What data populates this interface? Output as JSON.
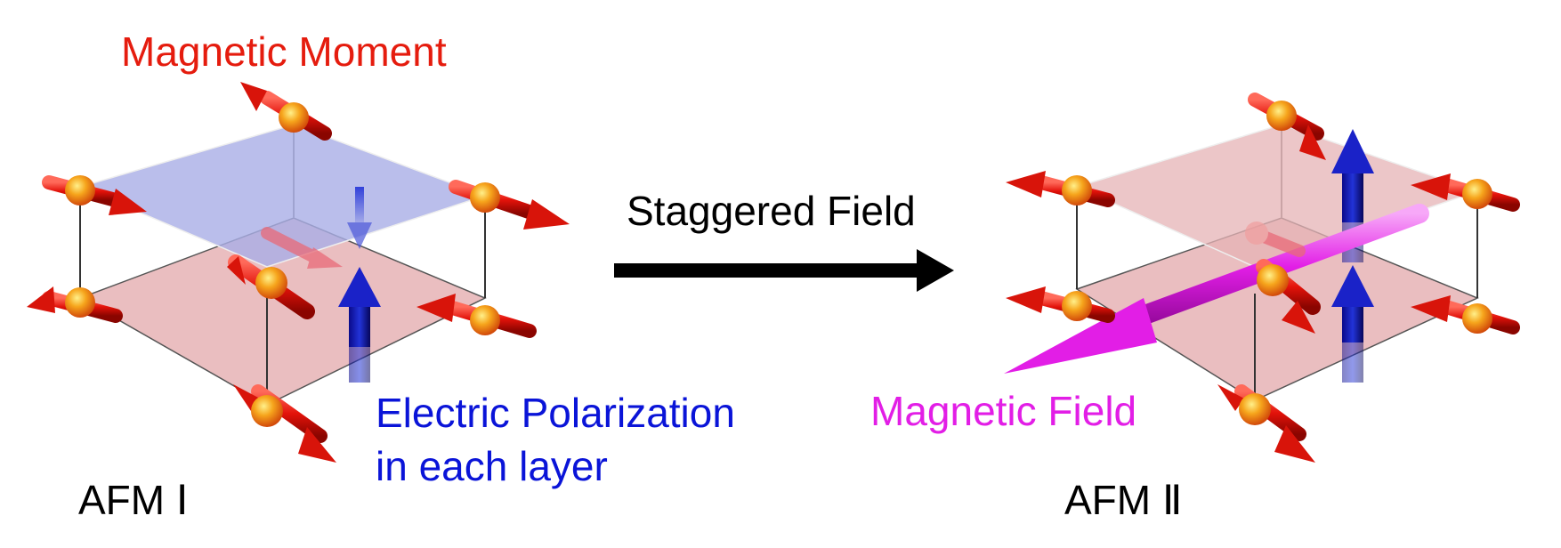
{
  "labels": {
    "magnetic_moment": "Magnetic Moment",
    "staggered_field": "Staggered Field",
    "electric_polarization": "Electric Polarization",
    "electric_polarization_line2": "in each layer",
    "magnetic_field": "Magnetic Field",
    "afm1": "AFM Ⅰ",
    "afm2": "AFM Ⅱ"
  },
  "colors": {
    "magnetic_moment": "#e51c0e",
    "electric_polarization": "#0a14d8",
    "magnetic_field": "#e21ee6",
    "top_layer_afm1": "#a9aee6",
    "layer_pink": "#e6b3b5",
    "process_arrow": "#000000"
  }
}
